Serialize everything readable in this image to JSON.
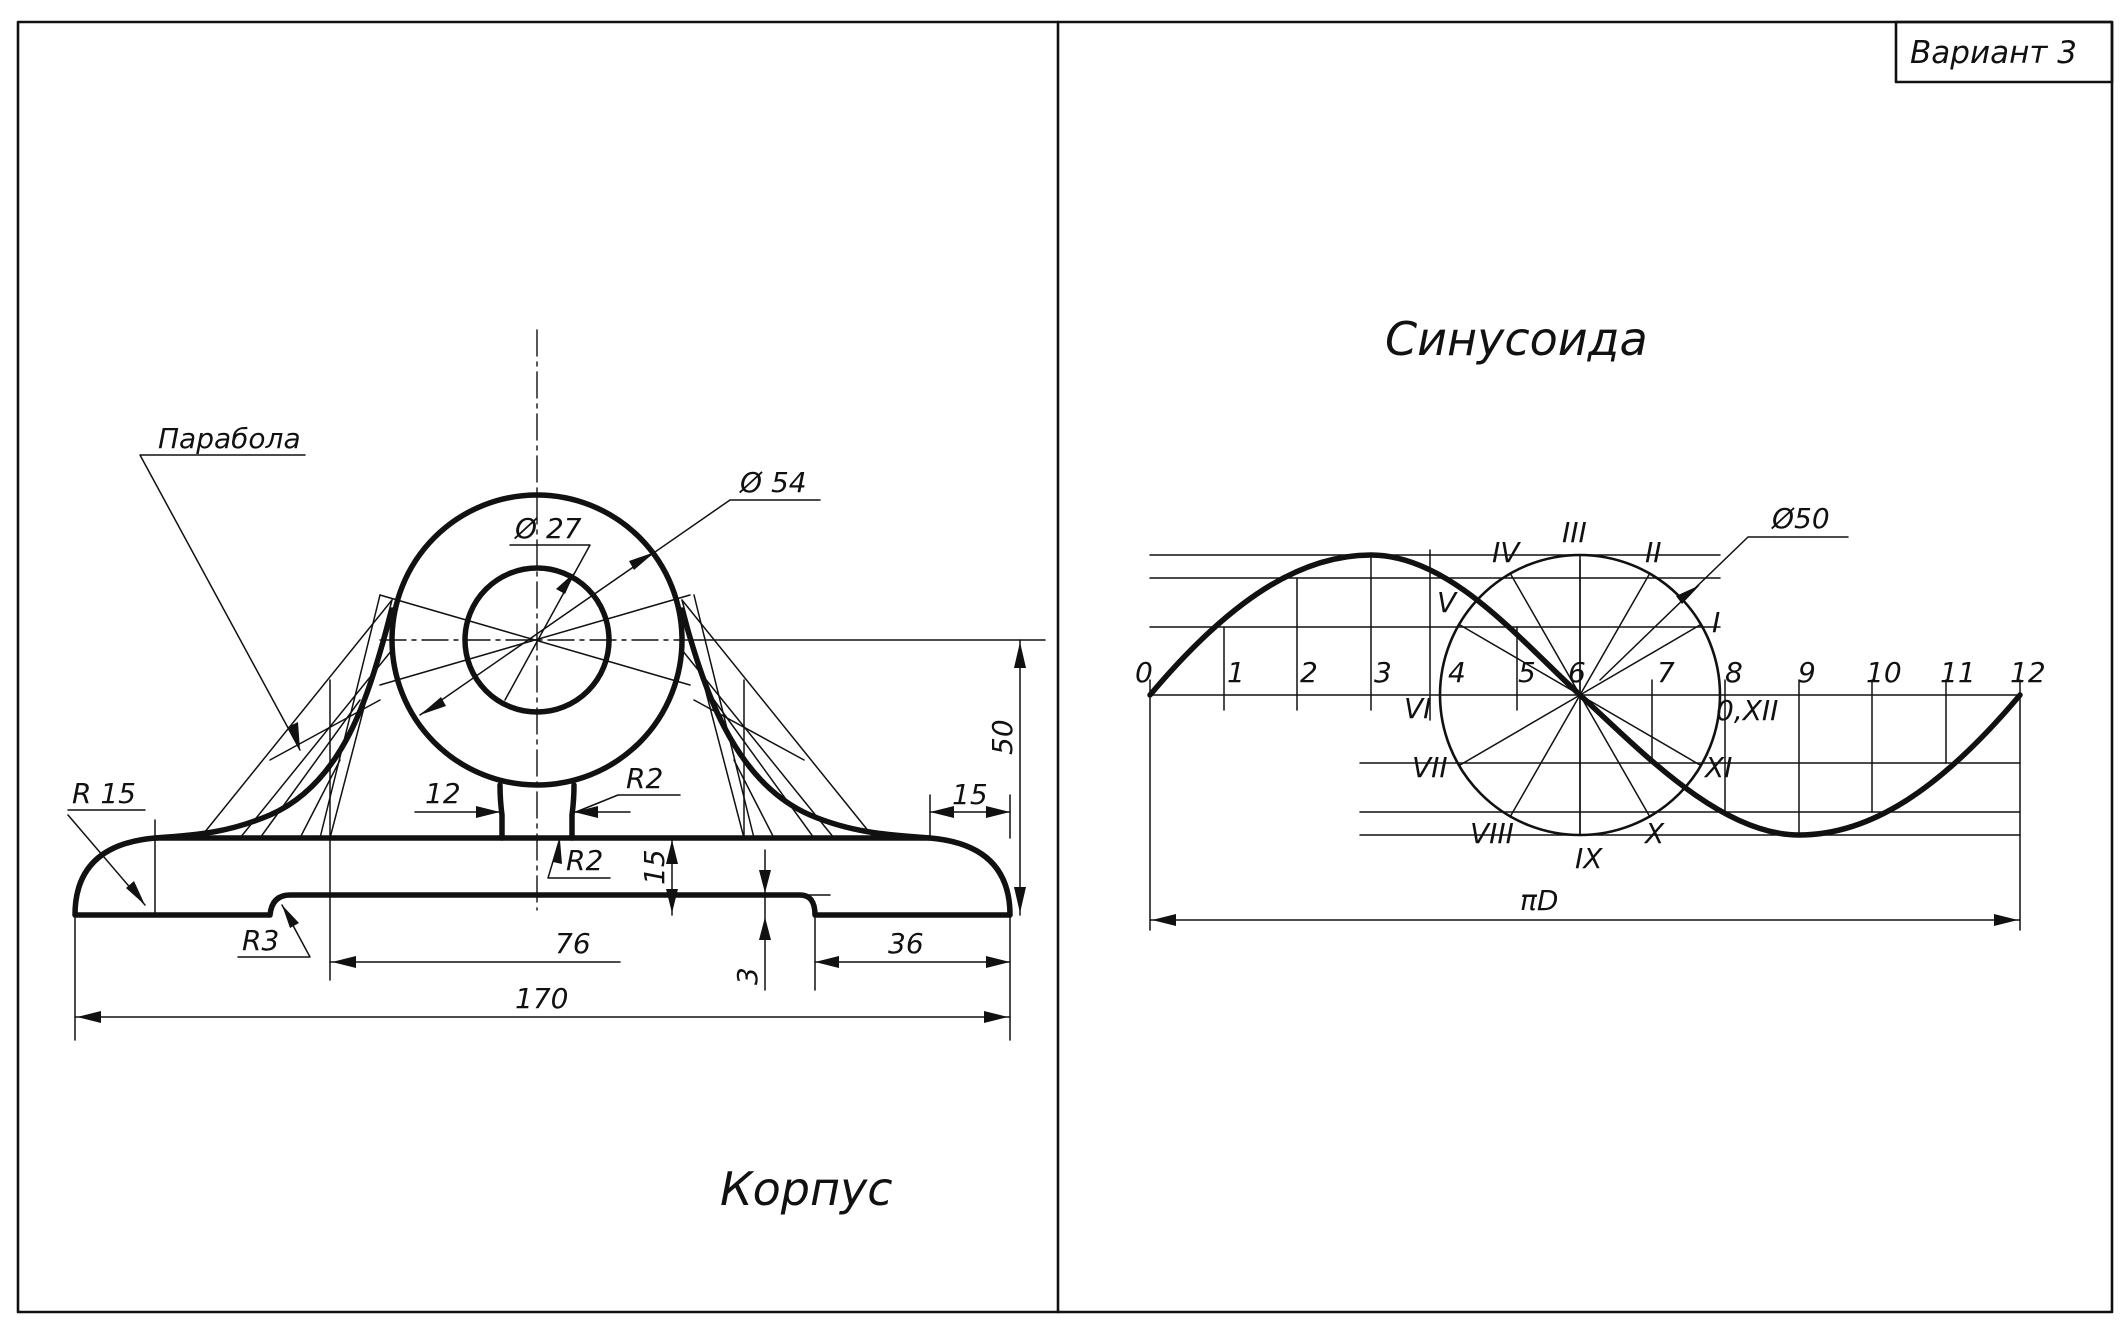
{
  "sheet": {
    "variant_label": "Вариант 3"
  },
  "left_drawing": {
    "title": "Корпус",
    "parabola_label": "Парабола",
    "dims": {
      "d_outer": "Ø 54",
      "d_inner": "Ø 27",
      "r15": "R 15",
      "r3": "R3",
      "r2_right": "R2",
      "r2_bottom": "R2",
      "w12": "12",
      "w15": "15",
      "h50": "50",
      "h15": "15",
      "h3": "3",
      "w76": "76",
      "w36": "36",
      "w170": "170"
    }
  },
  "right_drawing": {
    "title": "Синусоида",
    "circle_dim": "Ø50",
    "length_dim": "πD",
    "axis_points": [
      "0",
      "1",
      "2",
      "3",
      "4",
      "5",
      "6",
      "7",
      "8",
      "9",
      "10",
      "11",
      "12"
    ],
    "circle_points": {
      "I": "I",
      "II": "II",
      "III": "III",
      "IV": "IV",
      "V": "V",
      "VI": "VI",
      "VII": "VII",
      "VIII": "VIII",
      "IX": "IX",
      "X": "X",
      "XI": "XI",
      "XII": "0,XII"
    }
  }
}
